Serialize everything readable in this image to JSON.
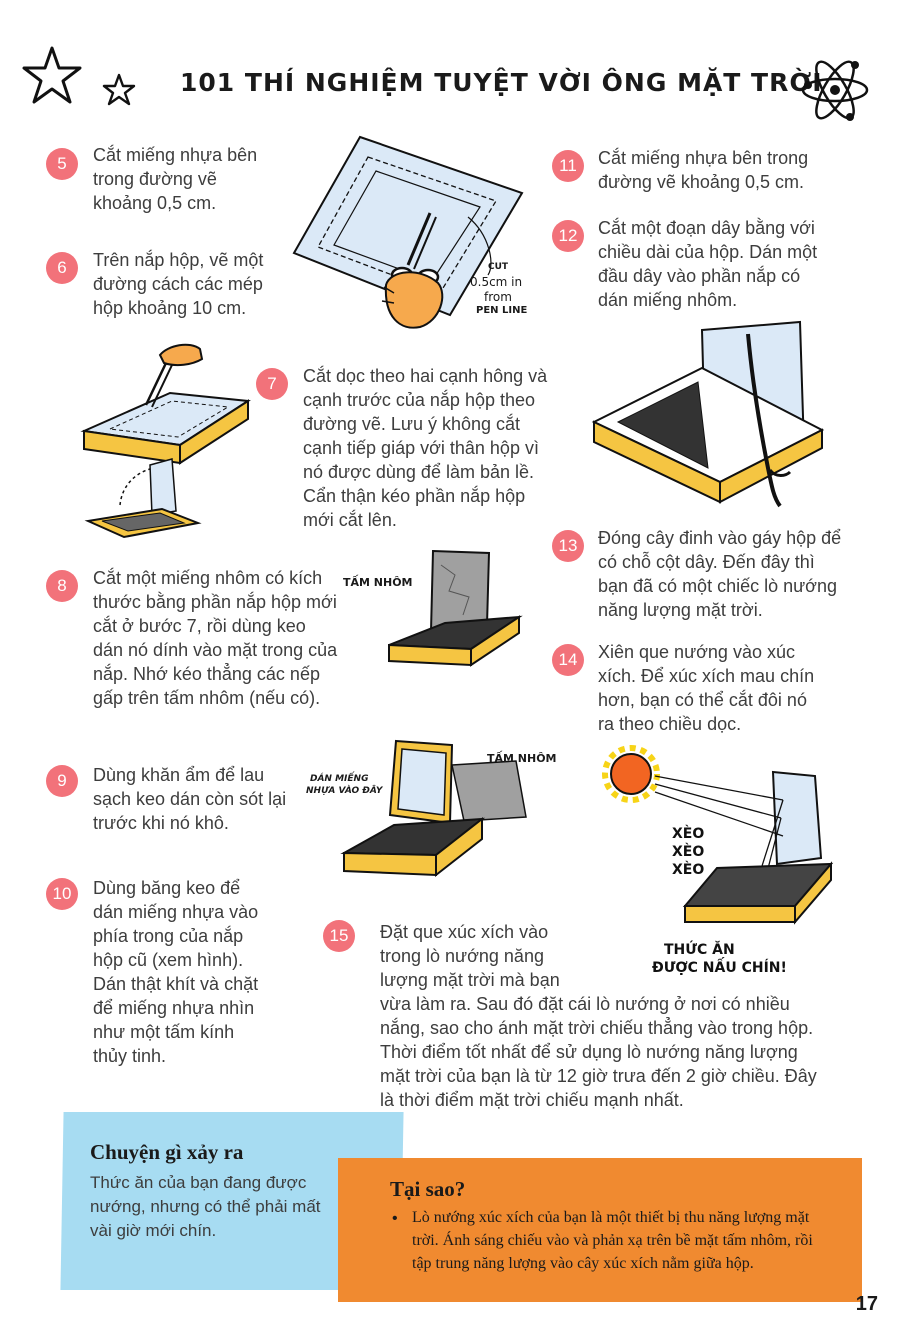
{
  "header": {
    "title": "101 THÍ NGHIỆM TUYỆT VỜI ÔNG MẶT TRỜI"
  },
  "steps": [
    {
      "num": "5",
      "text": "Cắt miếng nhựa bên trong đường vẽ khoảng 0,5 cm."
    },
    {
      "num": "6",
      "text": "Trên nắp hộp, vẽ một đường cách các mép hộp khoảng 10 cm."
    },
    {
      "num": "7",
      "text": "Cắt dọc theo hai cạnh hông và cạnh trước của nắp hộp theo đường vẽ. Lưu ý không cắt cạnh tiếp giáp với thân hộp vì nó được dùng để làm bản lề. Cẩn thận kéo phần nắp hộp mới cắt lên."
    },
    {
      "num": "8",
      "text": "Cắt một miếng nhôm có kích thước bằng phần nắp hộp mới cắt ở bước 7, rồi dùng keo dán nó dính vào mặt trong của nắp. Nhớ kéo thẳng các nếp gấp trên tấm nhôm (nếu có)."
    },
    {
      "num": "9",
      "text": "Dùng khăn ẩm để lau sạch keo dán còn sót lại trước khi nó khô."
    },
    {
      "num": "10",
      "text": "Dùng băng keo để dán miếng nhựa vào phía trong của nắp hộp cũ (xem hình). Dán thật khít và chặt để miếng nhựa nhìn như một tấm kính thủy tinh."
    },
    {
      "num": "11",
      "text": "Cắt miếng nhựa bên trong đường vẽ khoảng 0,5 cm."
    },
    {
      "num": "12",
      "text": "Cắt một đoạn dây bằng với chiều dài của hộp. Dán một đầu dây vào phần nắp có dán miếng nhôm."
    },
    {
      "num": "13",
      "text": "Đóng cây đinh vào gáy hộp để có chỗ cột dây. Đến đây thì bạn đã có một chiếc lò nướng năng lượng mặt trời."
    },
    {
      "num": "14",
      "text": "Xiên que nướng vào xúc xích. Để xúc xích mau chín hơn, bạn có thể cắt đôi nó ra theo chiều dọc."
    },
    {
      "num": "15",
      "text_a": "Đặt que xúc xích vào trong lò nướng năng lượng mặt trời mà bạn",
      "text_b": "vừa làm ra. Sau đó đặt cái lò nướng ở nơi có nhiều nắng, sao cho ánh mặt trời chiếu thẳng vào trong hộp. Thời điểm tốt nhất để sử dụng lò nướng năng lượng mặt trời của bạn là từ 12 giờ trưa đến 2 giờ chiều. Đây là thời điểm mặt trời chiếu mạnh nhất."
    }
  ],
  "labels": {
    "cut": "CUT",
    "cut_size": "0.5cm in",
    "cut_from": "from",
    "pen_line": "PEN LINE",
    "foil_1": "TẤM NHÔM",
    "foil_2": "TẤM NHÔM",
    "glue_1": "DÁN MIẾNG",
    "glue_2": "NHỰA VÀO ĐÂY",
    "sizzle_1": "XÈO",
    "sizzle_2": "XÈO",
    "sizzle_3": "XÈO",
    "cooked_1": "THỨC ĂN",
    "cooked_2": "ĐƯỢC NẤU CHÍN!"
  },
  "what_happens": {
    "title": "Chuyện gì xảy ra",
    "text": "Thức ăn của bạn đang được nướng, nhưng có thể phải mất vài giờ mới chín."
  },
  "why": {
    "title": "Tại sao?",
    "text": "Lò nướng xúc xích của bạn là một thiết bị thu năng lượng mặt trời. Ánh sáng chiếu vào và phản xạ trên bề mặt tấm nhôm, rồi tập trung năng lượng vào cây xúc xích nằm giữa hộp."
  },
  "page_number": "17",
  "colors": {
    "step_circle": "#f2727a",
    "box_blue": "#a7dcf2",
    "box_orange": "#f08a30",
    "box_yellow": "#f5c542",
    "plastic_blue": "#dbe9f7",
    "sun_orange": "#f26522",
    "sun_yellow": "#f7d417"
  },
  "icons": [
    "star-icon",
    "atom-icon",
    "sun-icon",
    "scissors-icon",
    "hand-icon"
  ]
}
